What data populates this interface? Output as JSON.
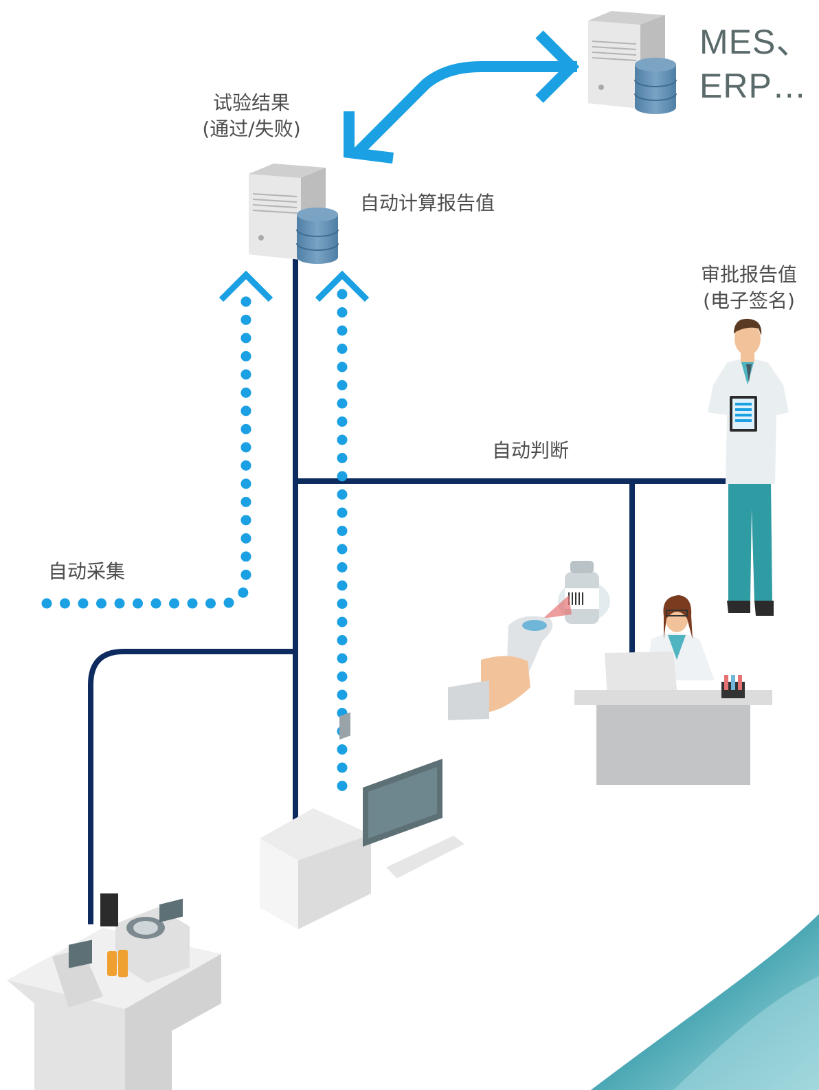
{
  "labels": {
    "mes_erp_line1": "MES、",
    "mes_erp_line2": "ERP…",
    "test_result_line1": "试验结果",
    "test_result_line2": "(通过/失败)",
    "auto_calc": "自动计算报告值",
    "approve_line1": "审批报告值",
    "approve_line2": "(电子签名)",
    "auto_judge": "自动判断",
    "auto_collect": "自动采集"
  },
  "colors": {
    "network_line": "#0d2b5e",
    "data_flow": "#1aa0e3",
    "server_body": "#d9d9d9",
    "database": "#5e8bb0",
    "floor_corner": "#5fb3bf"
  }
}
